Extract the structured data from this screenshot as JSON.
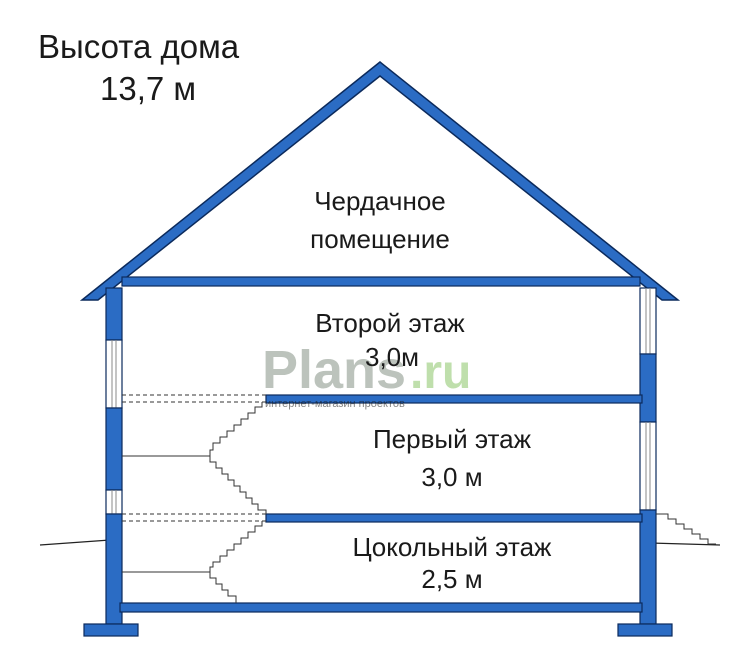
{
  "height_title": {
    "line1": "Высота дома",
    "line2": "13,7 м"
  },
  "rooms": {
    "attic": {
      "line1": "Чердачное",
      "line2": "помещение"
    },
    "second_floor": {
      "line1": "Второй этаж",
      "line2": "3,0м"
    },
    "first_floor": {
      "line1": "Первый этаж",
      "line2": "3,0 м"
    },
    "basement": {
      "line1": "Цокольный этаж",
      "line2": "2,5 м"
    }
  },
  "watermark": {
    "brand": "Plans",
    "suffix": ".ru",
    "tagline": "интернет-магазин проектов"
  },
  "colors": {
    "structure": "#2b6cc4",
    "outline": "#0b2a5c",
    "text": "#1a1a1a",
    "watermark": "#6b7a6b",
    "watermark_accent": "#7fbf5a"
  }
}
